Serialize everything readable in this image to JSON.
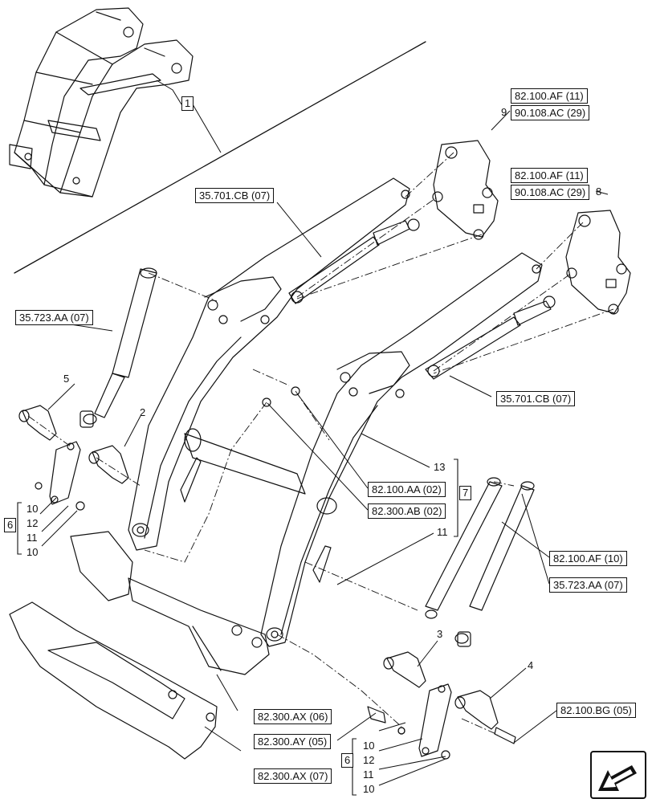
{
  "callouts": {
    "c1": "1",
    "c2": "2",
    "c3": "3",
    "c4": "4",
    "c5": "5",
    "c6_left": "6",
    "c6_right": "6",
    "c7": "7",
    "c8": "8",
    "c9": "9",
    "c11": "11",
    "c13": "13",
    "group6_left": [
      "10",
      "12",
      "11",
      "10"
    ],
    "group6_right": [
      "10",
      "12",
      "11",
      "10"
    ]
  },
  "references": {
    "r_82100AF_top": "82.100.AF (11)",
    "r_90108AC_top": "90.108.AC (29)",
    "r_82100AF_mid": "82.100.AF (11)",
    "r_90108AC_mid": "90.108.AC (29)",
    "r_35701CB_left": "35.701.CB (07)",
    "r_35723AA_left": "35.723.AA (07)",
    "r_35701CB_right": "35.701.CB (07)",
    "r_82100AA": "82.100.AA (02)",
    "r_82300AB": "82.300.AB (02)",
    "r_82100AF_10": "82.100.AF (10)",
    "r_35723AA_right": "35.723.AA (07)",
    "r_82300AX_06": "82.300.AX (06)",
    "r_82300AY_05": "82.300.AY (05)",
    "r_82100BG_05": "82.100.BG (05)",
    "r_82300AX_07": "82.300.AX (07)"
  },
  "navigation": {
    "icon": "next-page-arrow-icon"
  }
}
